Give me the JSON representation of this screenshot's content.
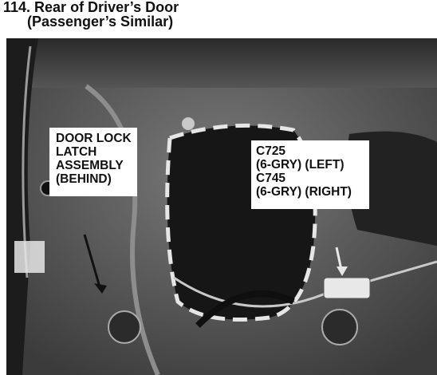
{
  "figure": {
    "title_line1": "114. Rear of Driver’s Door",
    "title_line2": "(Passenger’s Similar)"
  },
  "callouts": {
    "latch": {
      "lines": [
        "DOOR LOCK",
        "LATCH",
        "ASSEMBLY",
        "(BEHIND)"
      ]
    },
    "connectors": {
      "lines": [
        "C725",
        "(6-GRY)  (LEFT)",
        "C745",
        "(6-GRY) (RIGHT)"
      ]
    }
  }
}
